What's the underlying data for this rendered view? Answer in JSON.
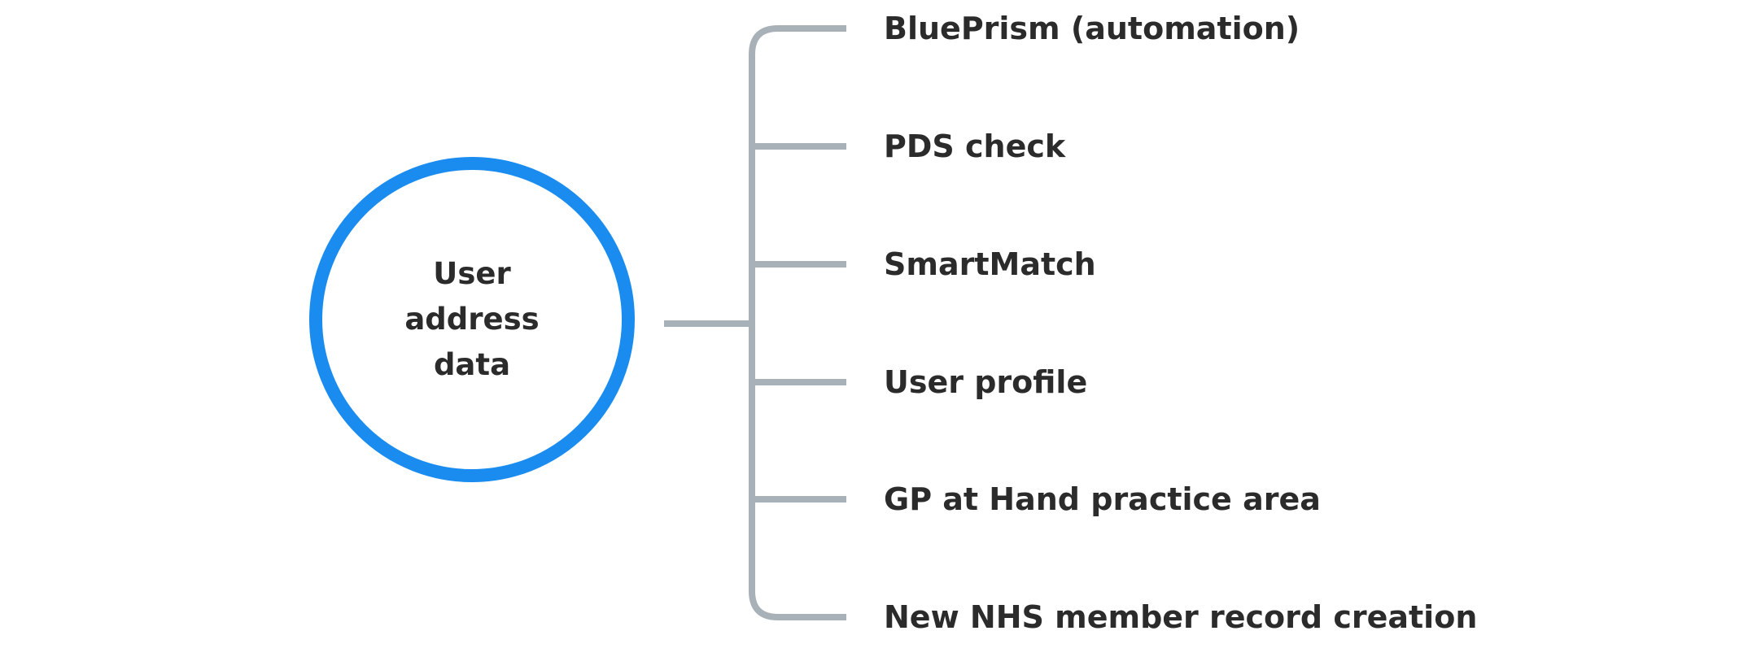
{
  "center": {
    "label": "User address data"
  },
  "branches": [
    {
      "label": "BluePrism (automation)"
    },
    {
      "label": "PDS check"
    },
    {
      "label": "SmartMatch"
    },
    {
      "label": "User profile"
    },
    {
      "label": "GP at Hand practice area"
    },
    {
      "label": "New NHS member record creation"
    }
  ],
  "colors": {
    "circle_stroke": "#1a8cf0",
    "connector": "#a9b1b8",
    "text": "#2b2b2b"
  }
}
